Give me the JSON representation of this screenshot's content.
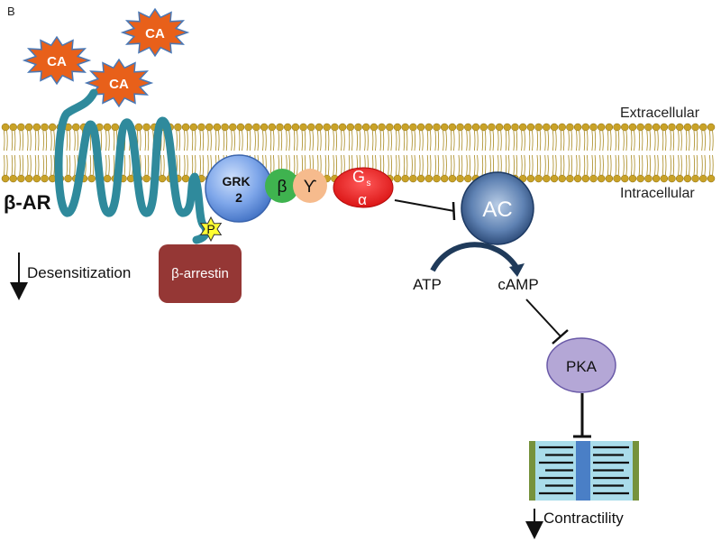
{
  "panel_label": "B",
  "ligands": [
    {
      "label": "CA"
    },
    {
      "label": "CA"
    },
    {
      "label": "CA"
    }
  ],
  "membrane": {
    "extracellular_label": "Extracellular",
    "intracellular_label": "Intracellular"
  },
  "receptor": {
    "label": "β-AR"
  },
  "grk": {
    "line1": "GRK",
    "line2": "2"
  },
  "gprotein": {
    "beta": "β",
    "gamma": "ϒ",
    "alpha_top": "G",
    "alpha_sub": "s",
    "alpha_bottom": "α"
  },
  "phospho": {
    "label": "P"
  },
  "arrestin": {
    "label": "β-arrestin"
  },
  "desensitization": {
    "label": "Desensitization"
  },
  "ac": {
    "label": "AC"
  },
  "atp": {
    "label": "ATP"
  },
  "camp": {
    "label": "cAMP"
  },
  "pka": {
    "label": "PKA"
  },
  "contractility": {
    "label": "Contractility"
  },
  "colors": {
    "ca_burst": "#e8601a",
    "receptor": "#2f8a9c",
    "grk": "#5b8fd9",
    "beta": "#3fb34f",
    "gamma": "#f6bb8d",
    "galpha": "#ee1c1c",
    "ac": "#2a4f82",
    "arrestin": "#953735",
    "pka": "#b4a7d6",
    "sarcomere_bg": "#a9dcea",
    "sarcomere_z": "#76923c",
    "sarcomere_m": "#4a7fc6",
    "lipid_head": "#c9a227"
  }
}
